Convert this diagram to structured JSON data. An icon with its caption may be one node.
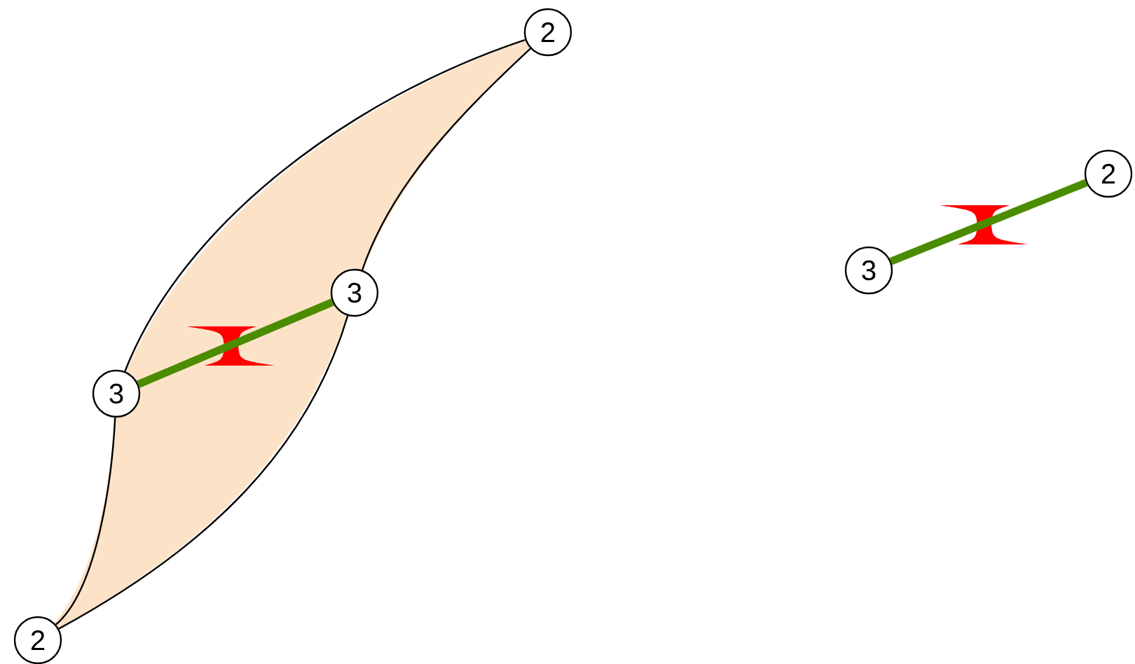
{
  "diagram": {
    "nodes": [
      {
        "text": [
          "2"
        ]
      },
      {
        "text": [
          "2"
        ]
      },
      {
        "text": [
          "3"
        ]
      },
      {
        "text": [
          "3"
        ]
      },
      {
        "text": [
          "3"
        ]
      },
      {
        "text": [
          "2"
        ]
      }
    ],
    "edges": [
      {
        "from": 5,
        "to": 4,
        "arrow": "none"
      },
      {
        "from": 4,
        "to": 0,
        "arrow": "none"
      },
      {
        "from": 5,
        "to": 3,
        "arrow": "none"
      },
      {
        "from": 3,
        "to": 0,
        "arrow": "none"
      },
      {
        "from": 4,
        "to": 3,
        "arrow": "none",
        "style": "thick",
        "color": "#4b8c00"
      },
      {
        "from": 2,
        "to": 1,
        "arrow": "none",
        "style": "thick",
        "color": "#4b8c00"
      }
    ]
  }
}
